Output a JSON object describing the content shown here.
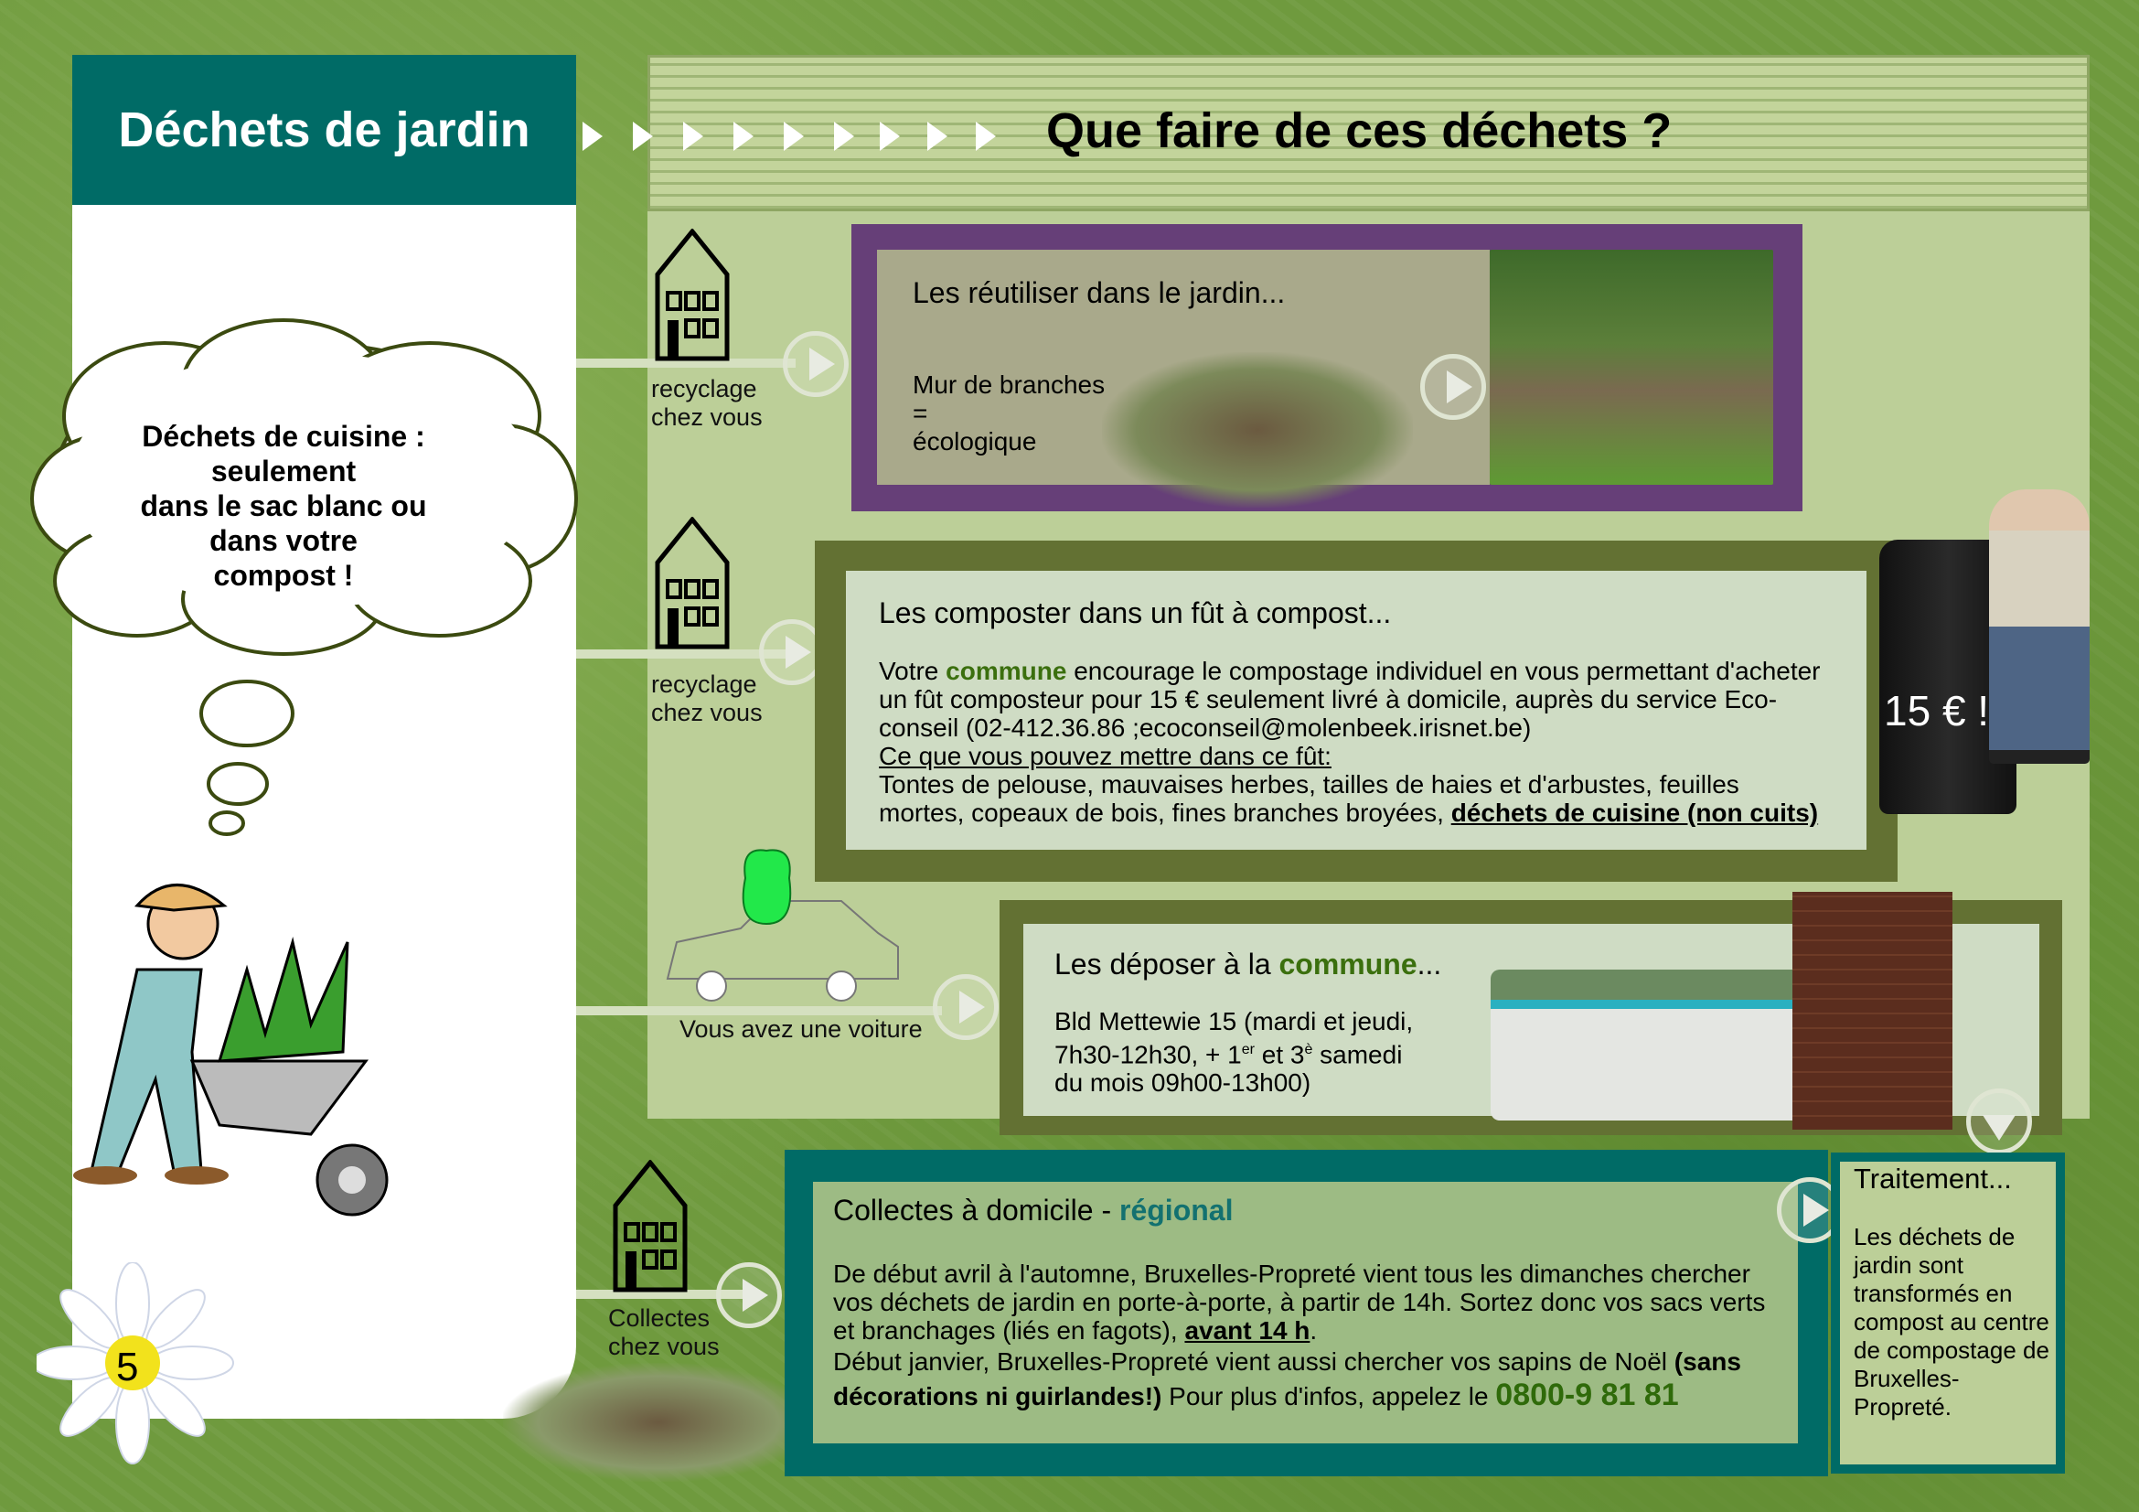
{
  "title": "Déchets de jardin",
  "heading": "Que faire de ces déchets ?",
  "cloud": {
    "lines": [
      "Déchets de cuisine :",
      "seulement",
      "dans le sac blanc ou",
      "dans votre",
      "compost !"
    ]
  },
  "page_number": "5",
  "sections": [
    {
      "label1": "recyclage",
      "label2": "chez vous",
      "title": "Les réutiliser dans le jardin...",
      "l1": "Mur de branches",
      "l2": "=",
      "l3": "écologique"
    },
    {
      "label1": "recyclage",
      "label2": "chez vous",
      "title": "Les composter dans un fût à compost...",
      "p1_a": "Votre ",
      "p1_b": "commune",
      "p1_c": " encourage le compostage individuel en vous permettant d'acheter un fût composteur pour 15 € seulement livré à domicile, auprès du service Eco-conseil (02-412.36.86 ;ecoconseil@molenbeek.irisnet.be)",
      "p2": "Ce que vous pouvez mettre dans ce fût:",
      "p3": "Tontes de pelouse, mauvaises herbes, tailles de haies et d'arbustes, feuilles mortes, copeaux de bois, fines branches broyées, ",
      "p3_b": "déchets de cuisine (non cuits)",
      "price": "15 € !"
    },
    {
      "label": "Vous avez une voiture",
      "title_a": "Les déposer à la ",
      "title_b": "commune",
      "title_c": "...",
      "l1": "Bld Mettewie 15 (mardi et jeudi,",
      "l2a": "7h30-12h30, + 1",
      "sup1": "er",
      "l2b": " et 3",
      "sup2": "è",
      "l2c": " samedi",
      "l3": "du mois 09h00-13h00)"
    },
    {
      "label1": "Collectes",
      "label2": "chez vous",
      "title_a": "Collectes à domicile - ",
      "title_b": "régional",
      "p1": "De début avril à l'automne, Bruxelles-Propreté vient tous les dimanches chercher vos déchets de jardin en porte-à-porte, à partir de 14h. Sortez donc vos sacs verts et branchages (liés en fagots), ",
      "p1_b": "avant 14 h",
      "p1_c": ".",
      "p2": "Début janvier, Bruxelles-Propreté vient aussi chercher vos sapins de Noël ",
      "p2_b": "(sans décorations ni guirlandes!)",
      "p2_c": " Pour plus d'infos, appelez le ",
      "phone": "0800-9 81 81"
    }
  ],
  "treatment": {
    "title": "Traitement...",
    "text": "Les déchets de jardin sont transformés en compost au centre de compostage de Bruxelles-Propreté."
  }
}
